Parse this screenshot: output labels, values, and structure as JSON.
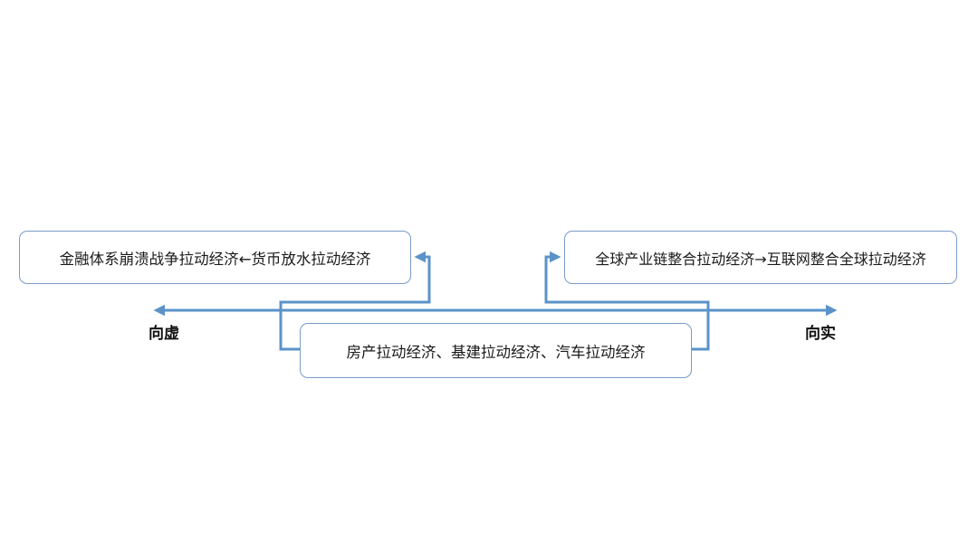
{
  "diagram": {
    "boxes": {
      "left": "金融体系崩溃战争拉动经济←货币放水拉动经济",
      "right": "全球产业链整合拉动经济→互联网整合全球拉动经济",
      "bottom": "房产拉动经济、基建拉动经济、汽车拉动经济"
    },
    "axis": {
      "left_label": "向虚",
      "right_label": "向实"
    },
    "colors": {
      "line": "#5b93c9",
      "box_border": "#7a9cc6",
      "text": "#1a1a1a"
    }
  }
}
